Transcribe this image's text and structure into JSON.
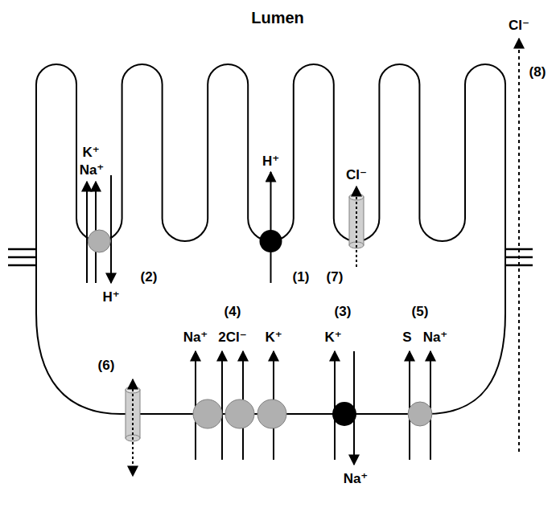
{
  "diagram": {
    "labels": [
      "Lumen",
      "Cl⁻",
      "(8)",
      "K⁺",
      "Na⁺",
      "H⁺",
      "Cl⁻",
      "(2)",
      "H⁺",
      "(1)",
      "(7)",
      "(4)",
      "(3)",
      "(5)",
      "Na⁺",
      "2Cl⁻",
      "K⁺",
      "K⁺",
      "S",
      "Na⁺",
      "(6)",
      "Na⁺"
    ]
  }
}
